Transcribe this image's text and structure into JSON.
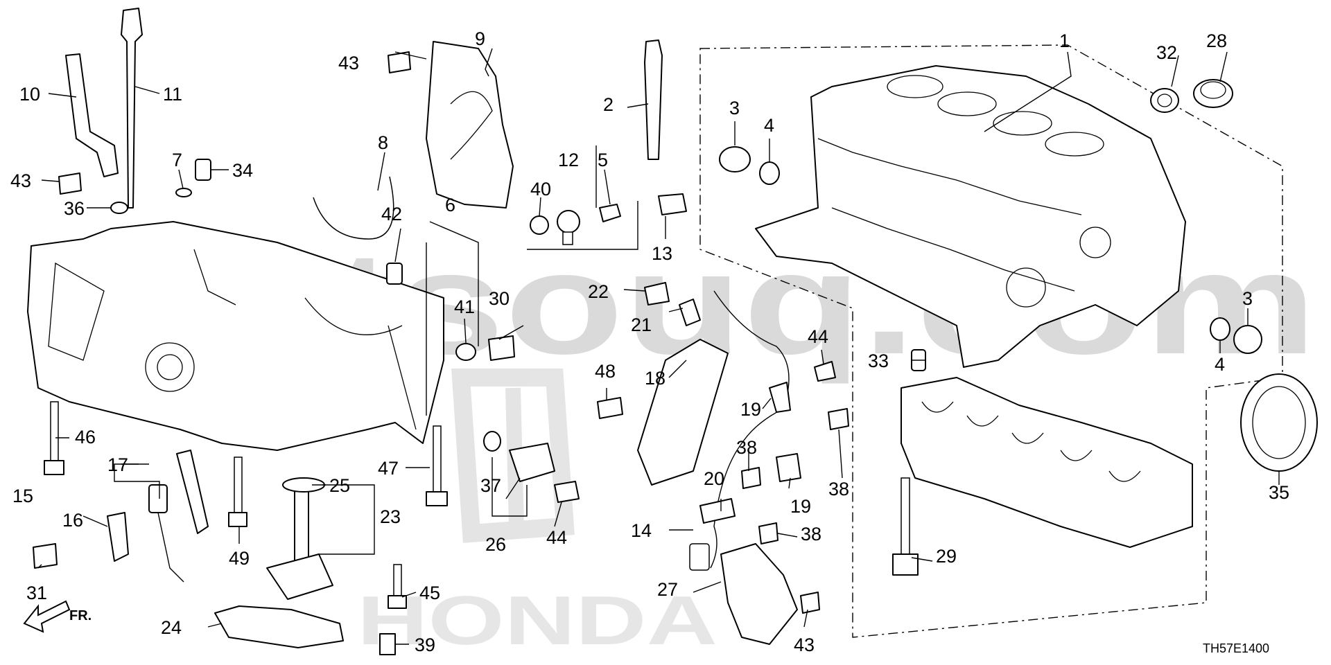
{
  "watermark": "partsouq.com",
  "brand_watermark": "HONDA",
  "diagram_code": "TH57E1400",
  "direction_label": "FR.",
  "callouts": {
    "c1": "1",
    "c2": "2",
    "c3a": "3",
    "c3b": "3",
    "c4a": "4",
    "c4b": "4",
    "c5": "5",
    "c6": "6",
    "c7": "7",
    "c8": "8",
    "c9": "9",
    "c10": "10",
    "c11": "11",
    "c12": "12",
    "c13": "13",
    "c14": "14",
    "c15": "15",
    "c16": "16",
    "c17": "17",
    "c18": "18",
    "c19a": "19",
    "c19b": "19",
    "c20": "20",
    "c21": "21",
    "c22": "22",
    "c23": "23",
    "c24": "24",
    "c25": "25",
    "c26": "26",
    "c27": "27",
    "c28": "28",
    "c29": "29",
    "c30": "30",
    "c31": "31",
    "c32": "32",
    "c33": "33",
    "c34": "34",
    "c35": "35",
    "c36": "36",
    "c37": "37",
    "c38a": "38",
    "c38b": "38",
    "c38c": "38",
    "c39": "39",
    "c40": "40",
    "c41": "41",
    "c42": "42",
    "c43a": "43",
    "c43b": "43",
    "c43c": "43",
    "c44a": "44",
    "c44b": "44",
    "c45": "45",
    "c46": "46",
    "c47": "47",
    "c48": "48",
    "c49": "49"
  }
}
